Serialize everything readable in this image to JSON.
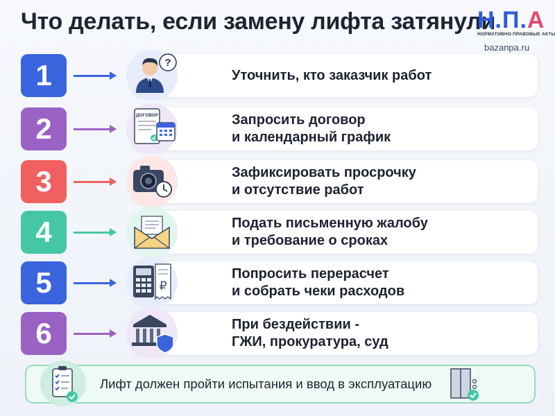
{
  "title": "Что делать, если замену лифта затянули",
  "logo": {
    "mark_part1": "Н.П.",
    "mark_part2": "А",
    "subtitle": "НОРМАТИВНО-ПРАВОВЫЕ АКТЫ",
    "url": "bazanpa.ru"
  },
  "steps": [
    {
      "number": "1",
      "line1": "Уточнить, кто заказчик работ",
      "line2": "",
      "color": "#3a63de",
      "icon": "person-question-icon"
    },
    {
      "number": "2",
      "line1": "Запросить договор",
      "line2": "и календарный график",
      "color": "#9b62c6",
      "icon": "contract-calendar-icon",
      "doc_label": "ДОГОВОР"
    },
    {
      "number": "3",
      "line1": "Зафиксировать просрочку",
      "line2": "и отсутствие работ",
      "color": "#f06060",
      "icon": "camera-clock-icon"
    },
    {
      "number": "4",
      "line1": "Подать письменную жалобу",
      "line2": "и требование о сроках",
      "color": "#45c7a6",
      "icon": "envelope-icon"
    },
    {
      "number": "5",
      "line1": "Попросить перерасчет",
      "line2": "и собрать чеки расходов",
      "color": "#3a63de",
      "icon": "calculator-receipt-icon",
      "currency": "₽"
    },
    {
      "number": "6",
      "line1": "При бездействии -",
      "line2": "ГЖИ, прокуратура, суд",
      "color": "#9b62c6",
      "icon": "courthouse-shield-icon"
    }
  ],
  "footer": {
    "text": "Лифт должен пройти испытания и ввод в эксплуатацию",
    "left_icon": "checklist-icon",
    "right_icon": "elevator-check-icon"
  }
}
